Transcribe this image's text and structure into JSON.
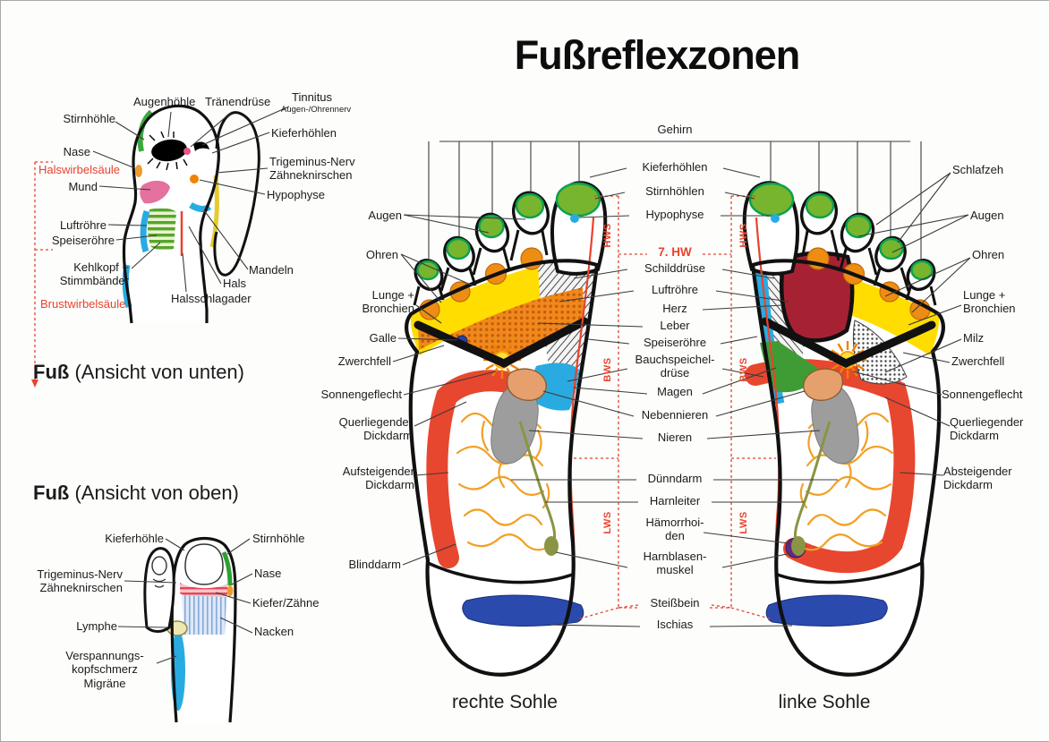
{
  "title": "Fußreflexzonen",
  "head_view": {
    "caption_bold": "Fuß",
    "caption_rest": " (Ansicht von unten)",
    "labels": {
      "stirnhoehle": "Stirnhöhle",
      "augenhoehle": "Augenhöhle",
      "traenendruese": "Tränendrüse",
      "tinnitus": "Tinnitus",
      "tinnitus_sub": "Augen-/Ohrennerv",
      "kieferhoehlen": "Kieferhöhlen",
      "nase": "Nase",
      "halswirbelsaeule": "Halswirbelsäule",
      "mund": "Mund",
      "trigeminus": "Trigeminus-Nerv\nZähneknirschen",
      "hypophyse": "Hypophyse",
      "luftroehre": "Luftröhre",
      "speiseroehre": "Speiseröhre",
      "kehlkopf": "Kehlkopf +\nStimmbänder",
      "mandeln": "Mandeln",
      "hals": "Hals",
      "halsschlagader": "Halsschlagader",
      "brustwirbelsaeule": "Brustwirbelsäule"
    }
  },
  "top_view": {
    "caption_bold": "Fuß",
    "caption_rest": " (Ansicht von oben)",
    "labels": {
      "kieferhoehle": "Kieferhöhle",
      "stirnhoehle": "Stirnhöhle",
      "trigeminus": "Trigeminus-Nerv\nZähneknirschen",
      "nase": "Nase",
      "kiefer_zaehne": "Kiefer/Zähne",
      "lymphe": "Lymphe",
      "nacken": "Nacken",
      "verspannung": "Verspannungs-\nkopfschmerz\nMigräne"
    }
  },
  "soles": {
    "top_label": "Gehirn",
    "left_caption": "rechte Sohle",
    "right_caption": "linke Sohle",
    "spine": {
      "hws": "HWS",
      "bws": "BWS",
      "lws": "LWS",
      "hw7": "7. HW"
    },
    "center": {
      "kieferhoehlen": "Kieferhöhlen",
      "stirnhoehlen": "Stirnhöhlen",
      "hypophyse": "Hypophyse",
      "schilddruese": "Schilddrüse",
      "luftroehre": "Luftröhre",
      "herz": "Herz",
      "leber": "Leber",
      "speiseroehre": "Speiseröhre",
      "bauchspeicheldruese": "Bauchspeichel-\ndrüse",
      "magen": "Magen",
      "nebennieren": "Nebennieren",
      "nieren": "Nieren",
      "duenndarm": "Dünndarm",
      "harnleiter": "Harnleiter",
      "haemorrhoiden": "Hämorrhoi-\nden",
      "harnblasenmuskel": "Harnblasen-\nmuskel",
      "steissbein": "Steißbein",
      "ischias": "Ischias"
    },
    "left": {
      "augen": "Augen",
      "ohren": "Ohren",
      "lunge": "Lunge +\nBronchien",
      "galle": "Galle",
      "zwerchfell": "Zwerchfell",
      "sonnengeflecht": "Sonnengeflecht",
      "querliegender": "Querliegender\nDickdarm",
      "aufsteigender": "Aufsteigender\nDickdarm",
      "blinddarm": "Blinddarm"
    },
    "right": {
      "schlafzeh": "Schlafzeh",
      "augen": "Augen",
      "ohren": "Ohren",
      "lunge": "Lunge +\nBronchien",
      "milz": "Milz",
      "zwerchfell": "Zwerchfell",
      "sonnengeflecht": "Sonnengeflecht",
      "querliegender": "Querliegender\nDickdarm",
      "absteigender": "Absteigender\nDickdarm"
    }
  },
  "colors": {
    "accent_red": "#e8432e",
    "zone_green": "#76b52d",
    "zone_yellow": "#ffdd00",
    "zone_orange": "#f0881b",
    "zone_blue": "#29abe2",
    "heart_red": "#a62233",
    "ischias_blue": "#2b4aae"
  }
}
